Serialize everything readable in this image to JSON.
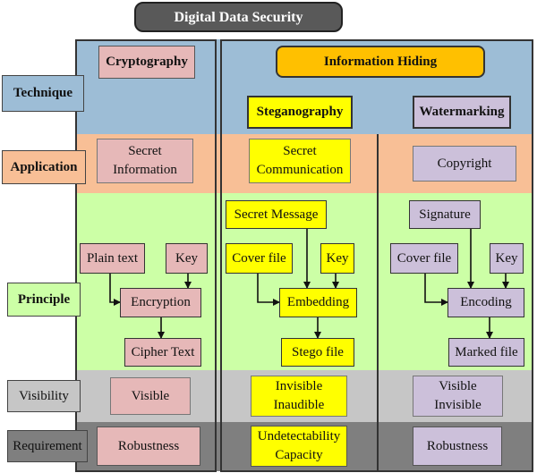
{
  "title": "Digital Data Security",
  "rows": {
    "technique": "Technique",
    "application": "Application",
    "principle": "Principle",
    "visibility": "Visibility",
    "requirement": "Requirement"
  },
  "headers": {
    "cryptography": "Cryptography",
    "information_hiding": "Information Hiding",
    "steganography": "Steganography",
    "watermarking": "Watermarking"
  },
  "application": {
    "crypto": [
      "Secret",
      "Information"
    ],
    "stego": [
      "Secret",
      "Communication"
    ],
    "water": "Copyright"
  },
  "principle": {
    "crypto": {
      "plain": "Plain text",
      "key": "Key",
      "process": "Encryption",
      "output": "Cipher Text"
    },
    "stego": {
      "message": "Secret Message",
      "cover": "Cover file",
      "key": "Key",
      "process": "Embedding",
      "output": "Stego file"
    },
    "water": {
      "message": "Signature",
      "cover": "Cover file",
      "key": "Key",
      "process": "Encoding",
      "output": "Marked file"
    }
  },
  "visibility": {
    "crypto": "Visible",
    "stego": [
      "Invisible",
      "Inaudible"
    ],
    "water": [
      "Visible",
      "Invisible"
    ]
  },
  "requirement": {
    "crypto": "Robustness",
    "stego": [
      "Undetectability",
      "Capacity"
    ],
    "water": "Robustness"
  },
  "colors": {
    "technique_bg": "#9dbdd6",
    "application_bg": "#f8bf96",
    "principle_bg": "#ccffa6",
    "visibility_bg": "#c6c6c6",
    "requirement_bg": "#7f7f7f",
    "crypto_box": "#e6b8b8",
    "stego_box": "#ffff00",
    "water_box": "#ccc0da",
    "info_hiding": "#ffc000",
    "title_bg": "#595959"
  }
}
